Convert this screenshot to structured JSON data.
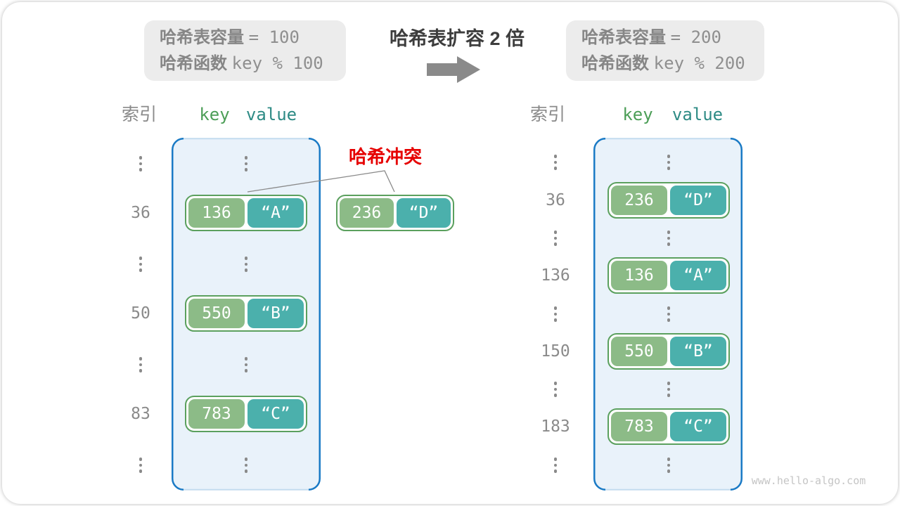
{
  "title": "哈希表扩容 2 倍",
  "caption_before": {
    "line1_label": "哈希表容量",
    "line1_code": "= 100",
    "line2_label": "哈希函数",
    "line2_code": "key % 100"
  },
  "caption_after": {
    "line1_label": "哈希表容量",
    "line1_code": "= 200",
    "line2_label": "哈希函数",
    "line2_code": "key % 200"
  },
  "collision": {
    "label": "哈希冲突",
    "pair": {
      "key": "236",
      "value": "“D”"
    }
  },
  "old_table": {
    "header": {
      "index": "索引",
      "key": "key",
      "value": "value"
    },
    "indices": [
      "36",
      "50",
      "83"
    ],
    "pairs": [
      {
        "key": "136",
        "value": "“A”"
      },
      {
        "key": "550",
        "value": "“B”"
      },
      {
        "key": "783",
        "value": "“C”"
      }
    ]
  },
  "new_table": {
    "header": {
      "index": "索引",
      "key": "key",
      "value": "value"
    },
    "indices": [
      "36",
      "136",
      "150",
      "183"
    ],
    "pairs": [
      {
        "key": "236",
        "value": "“D”"
      },
      {
        "key": "136",
        "value": "“A”"
      },
      {
        "key": "550",
        "value": "“B”"
      },
      {
        "key": "783",
        "value": "“C”"
      }
    ]
  },
  "watermark": "www.hello-algo.com",
  "colors": {
    "key_green": "#8cbb87",
    "value_teal": "#4bb0ac",
    "pair_border_green": "#5ba05e",
    "bucket_border_blue": "#1a7ac5",
    "bucket_fill_blue": "#e9f2fa",
    "collision_red": "#e60000",
    "caption_gray_bg": "#ececec",
    "text_gray": "#8a8a8a"
  }
}
